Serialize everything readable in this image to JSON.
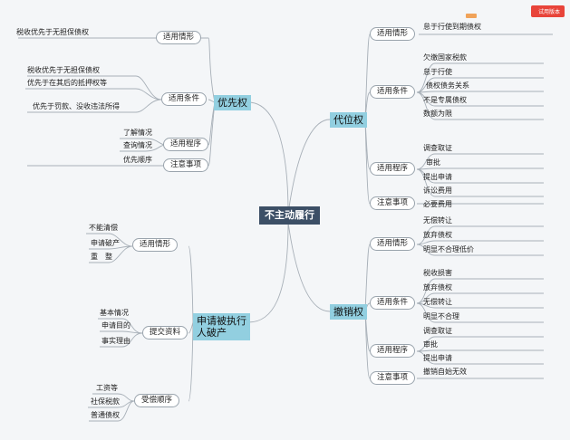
{
  "title": "不主动履行",
  "badge": "试用版本",
  "left": {
    "priority": {
      "label": "优先权",
      "applicable": {
        "label": "适用情形",
        "items": [
          "税收优先于无担保债权"
        ]
      },
      "conditions": {
        "label": "适用条件",
        "items": [
          "税收优先于无担保债权",
          "优先于在其后的抵押权等",
          "优先于罚款、没收违法所得"
        ]
      },
      "procedure": {
        "label": "适用程序",
        "items": [
          "了解情况",
          "查询情况"
        ]
      },
      "notes": {
        "label": "注意事项",
        "items": [
          "优先顺序"
        ]
      }
    },
    "bankruptcy": {
      "label": [
        "申请被执行",
        "人破产"
      ],
      "applicable": {
        "label": "适用情形",
        "items": [
          "不能清偿",
          "申请破产",
          "重　整"
        ]
      },
      "materials": {
        "label": "提交资料",
        "items": [
          "基本情况",
          "申请目的",
          "事实理由"
        ]
      },
      "order": {
        "label": "受偿顺序",
        "items": [
          "工资等",
          "社保税款",
          "普通债权"
        ]
      }
    }
  },
  "right": {
    "subrogation": {
      "label": "代位权",
      "applicable": {
        "label": "适用情形",
        "items": [
          "怠于行使到期债权"
        ]
      },
      "conditions": {
        "label": "适用条件",
        "items": [
          "欠缴国家税款",
          "怠于行使",
          "债权债务关系",
          "不是专属债权",
          "数额为限"
        ]
      },
      "procedure": {
        "label": "适用程序",
        "items": [
          "调查取证",
          "审批",
          "提出申请",
          "诉讼费用"
        ]
      },
      "notes": {
        "label": "注意事项",
        "items": [
          "必要费用"
        ]
      }
    },
    "revocation": {
      "label": "撤销权",
      "applicable": {
        "label": "适用情形",
        "items": [
          "无偿转让",
          "放弃债权",
          "明显不合理低价"
        ]
      },
      "conditions": {
        "label": "适用条件",
        "items": [
          "税收损害",
          "放弃债权",
          "无偿转让",
          "明显不合理"
        ]
      },
      "procedure": {
        "label": "适用程序",
        "items": [
          "调查取证",
          "审批",
          "提出申请"
        ]
      },
      "notes": {
        "label": "注意事项",
        "items": [
          "撤销自始无效"
        ]
      }
    }
  }
}
